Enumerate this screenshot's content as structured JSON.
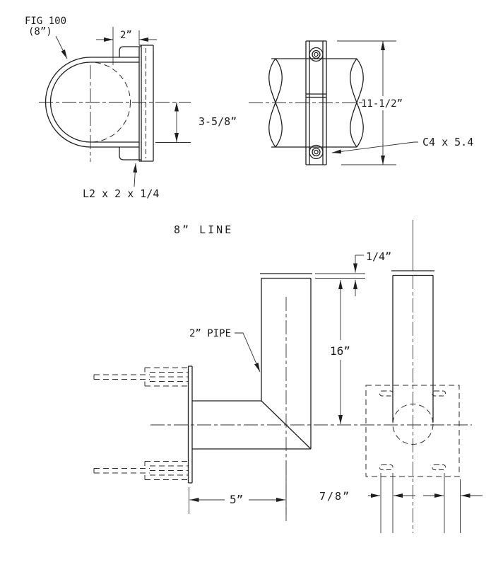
{
  "page": {
    "background": "#ffffff"
  },
  "drawing": {
    "line_color": "#1f1f1f",
    "title": "8” LINE",
    "ubolt_view": {
      "fig_line1": "FIG 100",
      "fig_line2": "(8”)",
      "dim_leg": "2”",
      "dim_spacing": "3-5/8”",
      "angle_label": "L2 x 2 x 1/4"
    },
    "clamp_view": {
      "dim_height": "11-1/2”",
      "channel_label": "C4 x 5.4"
    },
    "bracket_side_view": {
      "pipe_label": "2” PIPE",
      "dim_cap": "1/4”",
      "dim_height": "16”",
      "dim_length": "5”"
    },
    "bracket_front_view": {
      "dim_slot": "7/8”"
    }
  }
}
